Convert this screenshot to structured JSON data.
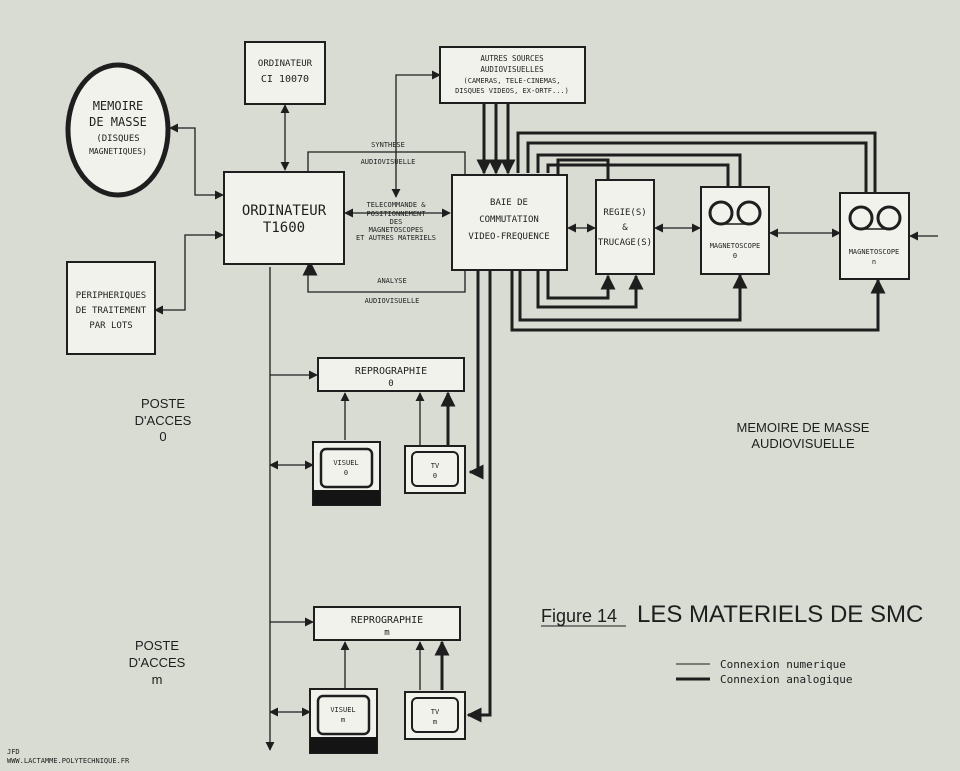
{
  "boxes": {
    "memoire_masse": [
      "MEMOIRE",
      "DE MASSE",
      "(DISQUES",
      "MAGNETIQUES)"
    ],
    "ordinateur_ci": [
      "ORDINATEUR",
      "CI 10070"
    ],
    "autres_sources": [
      "AUTRES SOURCES",
      "AUDIOVISUELLES",
      "(CAMERAS, TELE-CINEMAS,",
      "DISQUES VIDEOS, EX-ORTF...)"
    ],
    "ordinateur_t1600": [
      "ORDINATEUR",
      "T1600"
    ],
    "peripheriques": [
      "PERIPHERIQUES",
      "DE TRAITEMENT",
      "PAR LOTS"
    ],
    "baie": [
      "BAIE DE",
      "COMMUTATION",
      "VIDEO-FREQUENCE"
    ],
    "regie": [
      "REGIE(S)",
      "&",
      "TRUCAGE(S)"
    ],
    "magneto_0": [
      "MAGNETOSCOPE",
      "0"
    ],
    "magneto_n": [
      "MAGNETOSCOPE",
      "n"
    ],
    "repro_0": [
      "REPROGRAPHIE",
      "0"
    ],
    "repro_m": [
      "REPROGRAPHIE",
      "m"
    ],
    "visuel_0": [
      "VISUEL",
      "0"
    ],
    "tv_0": [
      "TV",
      "0"
    ],
    "visuel_m": [
      "VISUEL",
      "m"
    ],
    "tv_m": [
      "TV",
      "m"
    ]
  },
  "labels": {
    "synthese": [
      "SYNTHESE",
      "AUDIOVISUELLE"
    ],
    "telecommande": [
      "TELECOMMANDE &",
      "POSITIONNEMENT",
      "DES",
      "MAGNETOSCOPES",
      "ET AUTRES MATERIELS"
    ],
    "analyse": [
      "ANALYSE",
      "AUDIOVISUELLE"
    ],
    "poste_0": [
      "POSTE",
      "D'ACCES",
      "0"
    ],
    "poste_m": [
      "POSTE",
      "D'ACCES",
      "m"
    ],
    "memoire_av": [
      "MEMOIRE DE MASSE",
      "AUDIOVISUELLE"
    ]
  },
  "figure": {
    "number": "Figure 14",
    "title": "LES MATERIELS DE SMC"
  },
  "legend": [
    {
      "text": "Connexion numerique",
      "style": "thin"
    },
    {
      "text": "Connexion analogique",
      "style": "thick"
    }
  ],
  "credit": [
    "JFD",
    "WWW.LACTAMME.POLYTECHNIQUE.FR"
  ],
  "colors": {
    "paper": "#d9dcd3",
    "box_fill": "#f2f2ec",
    "ink": "#1e1e1e",
    "screen_base": "#141414"
  }
}
